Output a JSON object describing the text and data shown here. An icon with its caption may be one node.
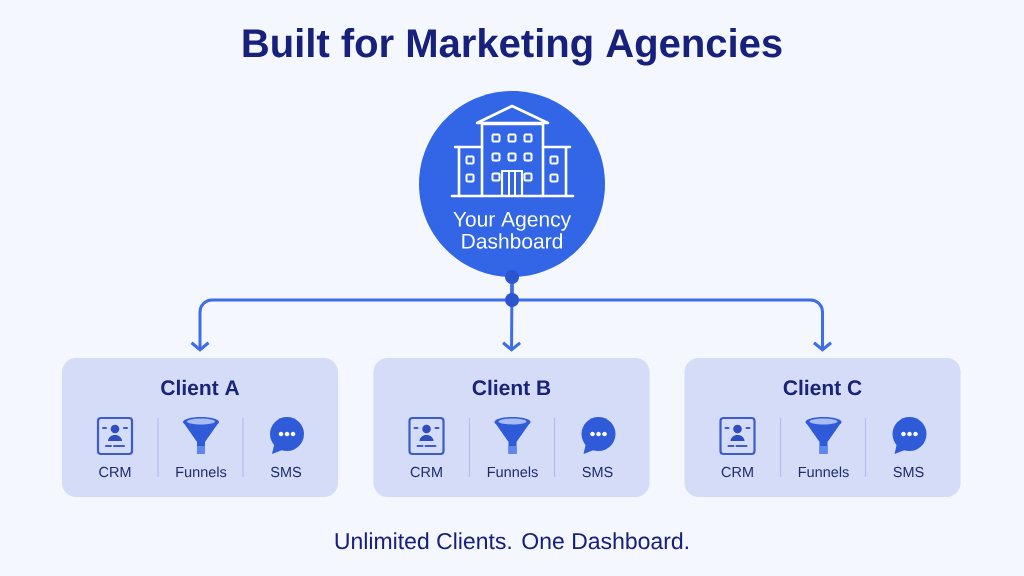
{
  "diagram": {
    "title": "Built for Marketing Agencies",
    "nodes": [
      {
        "text": [
          "Your Agency Dashboard"
        ]
      },
      {
        "text": [
          "Client A",
          "CRM",
          "Funnels",
          "SMS"
        ]
      },
      {
        "text": [
          "Client B",
          "CRM",
          "Funnels",
          "SMS"
        ]
      },
      {
        "text": [
          "Client C",
          "CRM",
          "Funnels",
          "SMS"
        ]
      }
    ],
    "edges": [
      {
        "from": 0,
        "to": 1,
        "arrow": "to"
      },
      {
        "from": 0,
        "to": 2,
        "arrow": "to"
      },
      {
        "from": 0,
        "to": 3,
        "arrow": "to"
      }
    ],
    "caption": "Unlimited Clients. One Dashboard."
  }
}
